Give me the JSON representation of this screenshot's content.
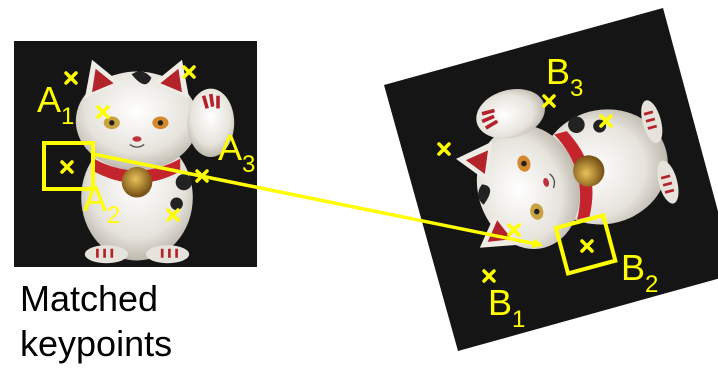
{
  "diagram": {
    "accent_color": "#ffff00",
    "photo_background": "#151515",
    "labels": {
      "A1": {
        "letter": "A",
        "sub": "1"
      },
      "A2": {
        "letter": "A",
        "sub": "2"
      },
      "A3": {
        "letter": "A",
        "sub": "3"
      },
      "B1": {
        "letter": "B",
        "sub": "1"
      },
      "B2": {
        "letter": "B",
        "sub": "2"
      },
      "B3": {
        "letter": "B",
        "sub": "3"
      }
    }
  },
  "caption": {
    "line1": "Matched",
    "line2": "keypoints"
  }
}
